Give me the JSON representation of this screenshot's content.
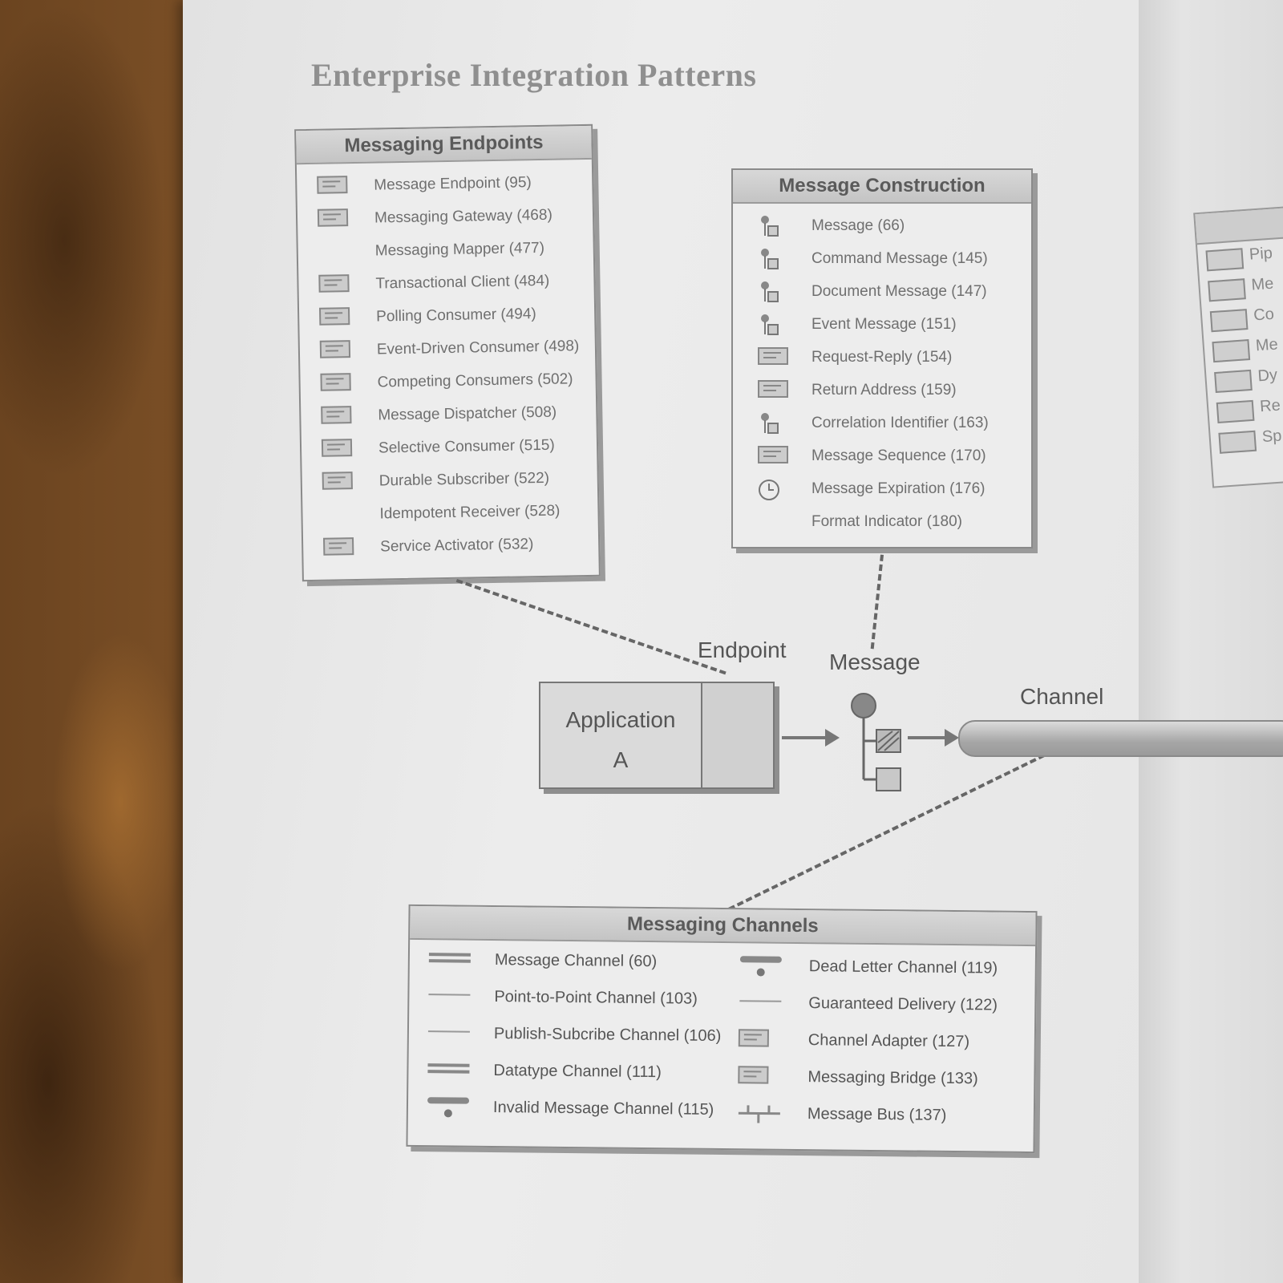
{
  "book_title": "Enterprise Integration Patterns",
  "endpoints": {
    "title": "Messaging Endpoints",
    "items": [
      {
        "label": "Message Endpoint (95)"
      },
      {
        "label": "Messaging Gateway (468)"
      },
      {
        "label": "Messaging Mapper (477)"
      },
      {
        "label": "Transactional Client (484)"
      },
      {
        "label": "Polling Consumer (494)"
      },
      {
        "label": "Event-Driven Consumer (498)"
      },
      {
        "label": "Competing Consumers (502)"
      },
      {
        "label": "Message Dispatcher (508)"
      },
      {
        "label": "Selective Consumer (515)"
      },
      {
        "label": "Durable Subscriber (522)"
      },
      {
        "label": "Idempotent Receiver (528)"
      },
      {
        "label": "Service Activator (532)"
      }
    ]
  },
  "construction": {
    "title": "Message Construction",
    "items": [
      {
        "label": "Message (66)"
      },
      {
        "label": "Command Message (145)"
      },
      {
        "label": "Document Message (147)"
      },
      {
        "label": "Event Message (151)"
      },
      {
        "label": "Request-Reply  (154)"
      },
      {
        "label": "Return Address (159)"
      },
      {
        "label": "Correlation Identifier (163)"
      },
      {
        "label": "Message Sequence (170)"
      },
      {
        "label": "Message Expiration (176)"
      },
      {
        "label": "Format Indicator (180)"
      }
    ]
  },
  "diagram": {
    "endpoint": "Endpoint",
    "message": "Message",
    "channel": "Channel",
    "app_line1": "Application",
    "app_line2": "A"
  },
  "channels": {
    "title": "Messaging Channels",
    "left": [
      {
        "label": "Message Channel (60)"
      },
      {
        "label": "Point-to-Point Channel (103)"
      },
      {
        "label": "Publish-Subcribe Channel (106)"
      },
      {
        "label": "Datatype Channel (111)"
      },
      {
        "label": "Invalid Message Channel (115)"
      }
    ],
    "right": [
      {
        "label": "Dead Letter Channel (119)"
      },
      {
        "label": "Guaranteed Delivery (122)"
      },
      {
        "label": "Channel Adapter (127)"
      },
      {
        "label": "Messaging Bridge (133)"
      },
      {
        "label": "Message Bus (137)"
      }
    ]
  },
  "side_panel": {
    "items": [
      "Pip",
      "Me",
      "Co",
      "Me",
      "Dy",
      "Re",
      "Sp"
    ]
  }
}
